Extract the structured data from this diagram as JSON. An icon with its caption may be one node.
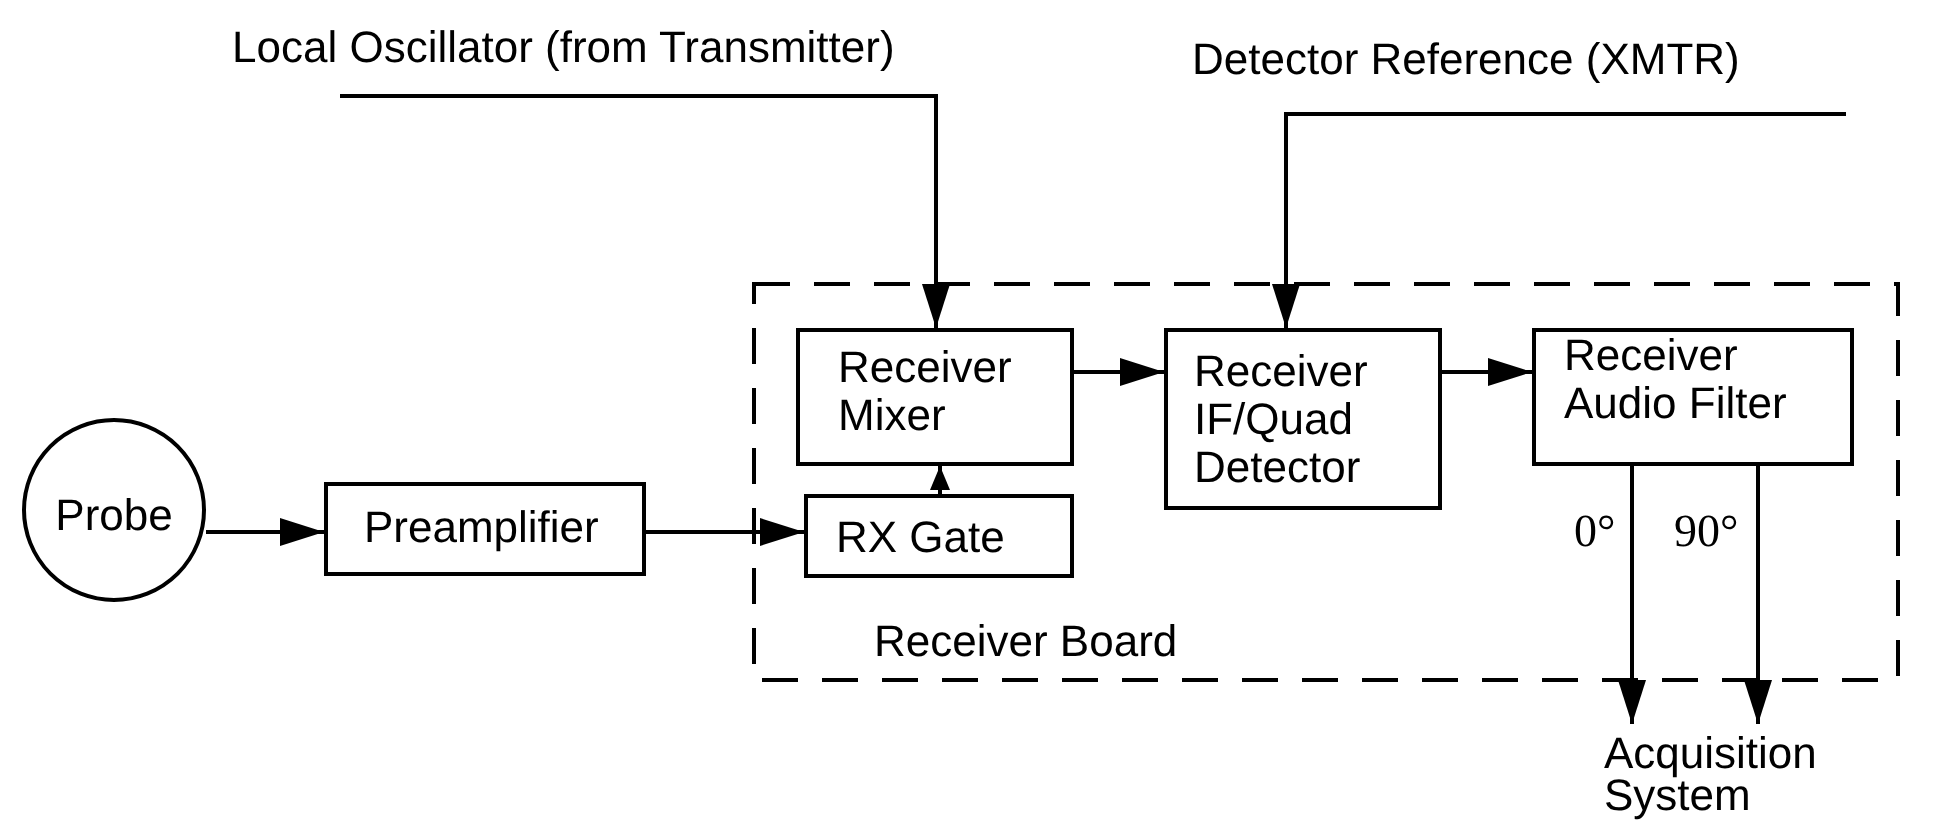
{
  "diagram": {
    "nodes": [
      {
        "text": [
          "Local Oscillator (from Transmitter)"
        ]
      },
      {
        "text": [
          "Detector Reference (XMTR)"
        ]
      },
      {
        "text": [
          "Probe"
        ]
      },
      {
        "text": [
          "Preamplifier"
        ]
      },
      {
        "text": [
          "Receiver Board"
        ]
      },
      {
        "text": [
          "Receiver Mixer"
        ],
        "in": 4
      },
      {
        "text": [
          "RX Gate"
        ],
        "in": 4
      },
      {
        "text": [
          "Receiver IF/Quad Detector"
        ],
        "in": 4
      },
      {
        "text": [
          "Receiver Audio Filter"
        ],
        "in": 4
      },
      {
        "text": [
          "Acquisition System"
        ]
      }
    ],
    "edges": [
      {
        "from": 0,
        "to": 5,
        "arrow": "to"
      },
      {
        "from": 1,
        "to": 7,
        "arrow": "to"
      },
      {
        "from": 2,
        "to": 3,
        "arrow": "to"
      },
      {
        "from": 3,
        "to": 6,
        "arrow": "to"
      },
      {
        "from": 6,
        "to": 5,
        "arrow": "to"
      },
      {
        "from": 5,
        "to": 7,
        "arrow": "to"
      },
      {
        "from": 7,
        "to": 8,
        "arrow": "to"
      },
      {
        "from": 8,
        "to": 9,
        "label": "0°",
        "arrow": "to"
      },
      {
        "from": 8,
        "to": 9,
        "label": "90°",
        "arrow": "to"
      }
    ]
  }
}
